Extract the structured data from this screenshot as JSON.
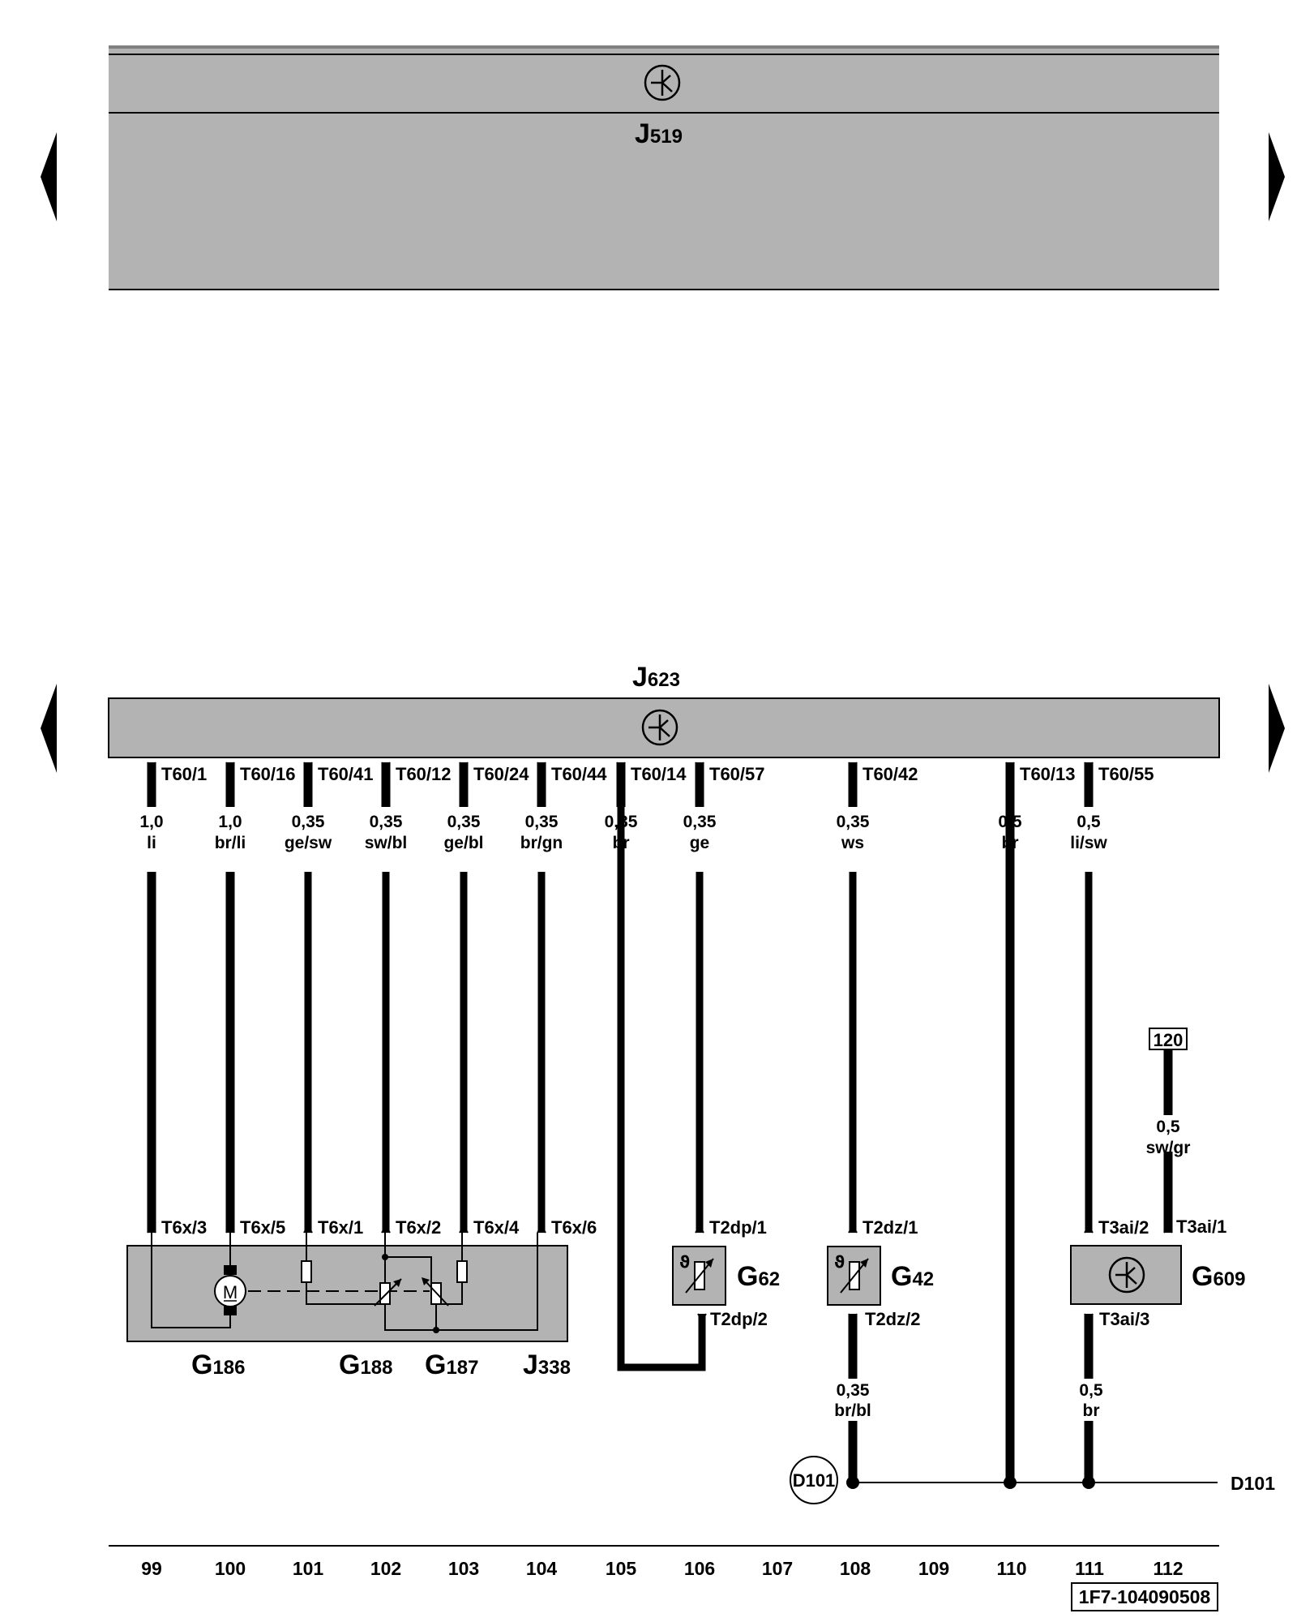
{
  "modules": {
    "top": {
      "name": "J",
      "sub": "519"
    },
    "bottom": {
      "name": "J",
      "sub": "623"
    }
  },
  "components": {
    "g186": {
      "name": "G",
      "sub": "186"
    },
    "g188": {
      "name": "G",
      "sub": "188"
    },
    "g187": {
      "name": "G",
      "sub": "187"
    },
    "j338": {
      "name": "J",
      "sub": "338"
    },
    "g62": {
      "name": "G",
      "sub": "62"
    },
    "g42": {
      "name": "G",
      "sub": "42"
    },
    "g609": {
      "name": "G",
      "sub": "609"
    },
    "motor_symbol": "M"
  },
  "wires": [
    {
      "top_pin": "T60/1",
      "size": "1,0",
      "color": "li",
      "bottom_pin": "T6x/3"
    },
    {
      "top_pin": "T60/16",
      "size": "1,0",
      "color": "br/li",
      "bottom_pin": "T6x/5"
    },
    {
      "top_pin": "T60/41",
      "size": "0,35",
      "color": "ge/sw",
      "bottom_pin": "T6x/1"
    },
    {
      "top_pin": "T60/12",
      "size": "0,35",
      "color": "sw/bl",
      "bottom_pin": "T6x/2"
    },
    {
      "top_pin": "T60/24",
      "size": "0,35",
      "color": "ge/bl",
      "bottom_pin": "T6x/4"
    },
    {
      "top_pin": "T60/44",
      "size": "0,35",
      "color": "br/gn",
      "bottom_pin": "T6x/6"
    },
    {
      "top_pin": "T60/14",
      "size": "0,35",
      "color": "br",
      "bottom_pin": ""
    },
    {
      "top_pin": "T60/57",
      "size": "0,35",
      "color": "ge",
      "bottom_pin": "T2dp/1"
    },
    {
      "top_pin": "T60/42",
      "size": "0,35",
      "color": "ws",
      "bottom_pin": "T2dz/1"
    },
    {
      "top_pin": "T60/13",
      "size": "0,5",
      "color": "br",
      "bottom_pin": ""
    },
    {
      "top_pin": "T60/55",
      "size": "0,5",
      "color": "li/sw",
      "bottom_pin": "T3ai/2"
    }
  ],
  "extra_pins": {
    "g62_out": "T2dp/2",
    "g42_out": "T2dz/2",
    "g609_in": "T3ai/1",
    "g609_out": "T3ai/3"
  },
  "extra_wires": {
    "ref_box": "120",
    "ref_size": "0,5",
    "ref_color": "sw/gr",
    "g42_ground_size": "0,35",
    "g42_ground_color": "br/bl",
    "g609_ground_size": "0,5",
    "g609_ground_color": "br"
  },
  "ground": {
    "circle_label": "D101",
    "line_label": "D101"
  },
  "column_numbers": [
    "99",
    "100",
    "101",
    "102",
    "103",
    "104",
    "105",
    "106",
    "107",
    "108",
    "109",
    "110",
    "111",
    "112"
  ],
  "doc_code": "1F7-104090508"
}
